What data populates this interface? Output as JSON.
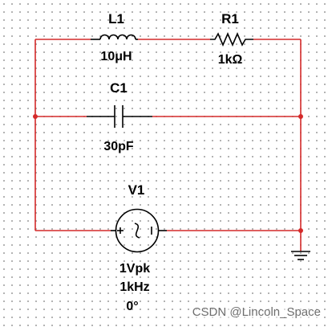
{
  "colors": {
    "wire": "#d42a2a",
    "component": "#000000",
    "node": "#d42a2a",
    "grid_dot": "#8c8c8c"
  },
  "components": {
    "inductor": {
      "name": "L1",
      "value": "10μH"
    },
    "resistor": {
      "name": "R1",
      "value": "1kΩ"
    },
    "capacitor": {
      "name": "C1",
      "value": "30pF"
    },
    "source": {
      "name": "V1",
      "amplitude": "1Vpk",
      "frequency": "1kHz",
      "phase": "0°"
    }
  },
  "ground": {
    "icon": "ground-icon"
  },
  "watermark": "CSDN @Lincoln_Space"
}
